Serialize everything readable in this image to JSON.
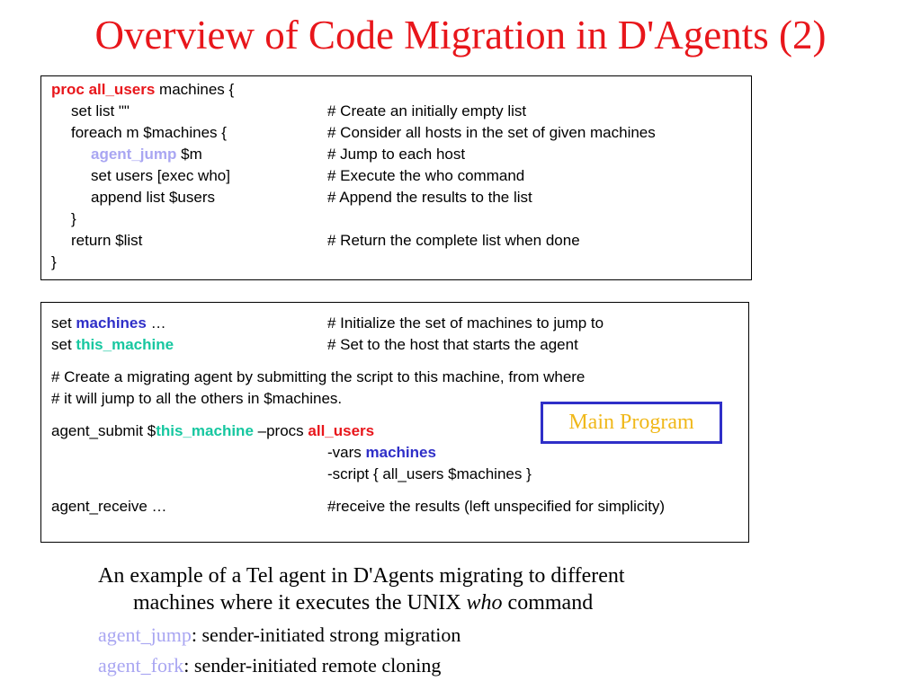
{
  "slide": {
    "title": "Overview of Code Migration in D'Agents (2)",
    "main_program_label": "Main Program"
  },
  "box1": {
    "l1": {
      "kw1": "proc",
      "kw2": "all_users",
      "rest": " machines {"
    },
    "l2": {
      "code": "set list \"\"",
      "comment": "# Create an initially empty list"
    },
    "l3": {
      "code": "foreach m $machines {",
      "comment": "# Consider all hosts in the set of given machines"
    },
    "l4": {
      "kw": "agent_jump",
      "rest": " $m",
      "comment": "# Jump to each host"
    },
    "l5": {
      "code": "set users [exec who]",
      "comment": "# Execute the who command"
    },
    "l6": {
      "code": "append list $users",
      "comment": "# Append the results to the list"
    },
    "l7": {
      "code": "}"
    },
    "l8": {
      "code": "return $list",
      "comment": "# Return the complete list when done"
    },
    "l9": {
      "code": "}"
    }
  },
  "box2": {
    "l1": {
      "pre": "set ",
      "kw": "machines",
      "rest": " …",
      "comment": "# Initialize the set of machines to jump to"
    },
    "l2": {
      "pre": "set ",
      "kw": "this_machine",
      "comment": "# Set to the host that starts the agent"
    },
    "l3": {
      "text": "# Create a migrating agent by submitting the script to this machine, from where"
    },
    "l4": {
      "text": "# it will jump to all the others in  $machines."
    },
    "l5": {
      "pre": "agent_submit $",
      "kw": "this_machine",
      "mid": " –procs ",
      "kw2": "all_users"
    },
    "l6": {
      "pre": "-vars  ",
      "kw": "machines"
    },
    "l7": {
      "text": "-script { all_users $machines }"
    },
    "l8": {
      "code": "agent_receive …",
      "comment": "#receive the results  (left unspecified for simplicity)"
    }
  },
  "caption": {
    "line1": "An example of a Tel agent in D'Agents migrating to different",
    "line2_pre": "machines where it executes the UNIX ",
    "line2_em": "who",
    "line2_post": " command",
    "jump_kw": "agent_jump",
    "jump_desc": ": sender-initiated strong migration",
    "fork_kw": "agent_fork",
    "fork_desc": ": sender-initiated remote cloning"
  },
  "colors": {
    "title": "#e8161b",
    "keyword_red": "#e8161b",
    "keyword_lavender": "#a9a6f2",
    "keyword_blue": "#2f2fc8",
    "keyword_teal": "#17c7a0",
    "main_program_text": "#f0b81a",
    "main_program_border": "#2f2fc8"
  }
}
